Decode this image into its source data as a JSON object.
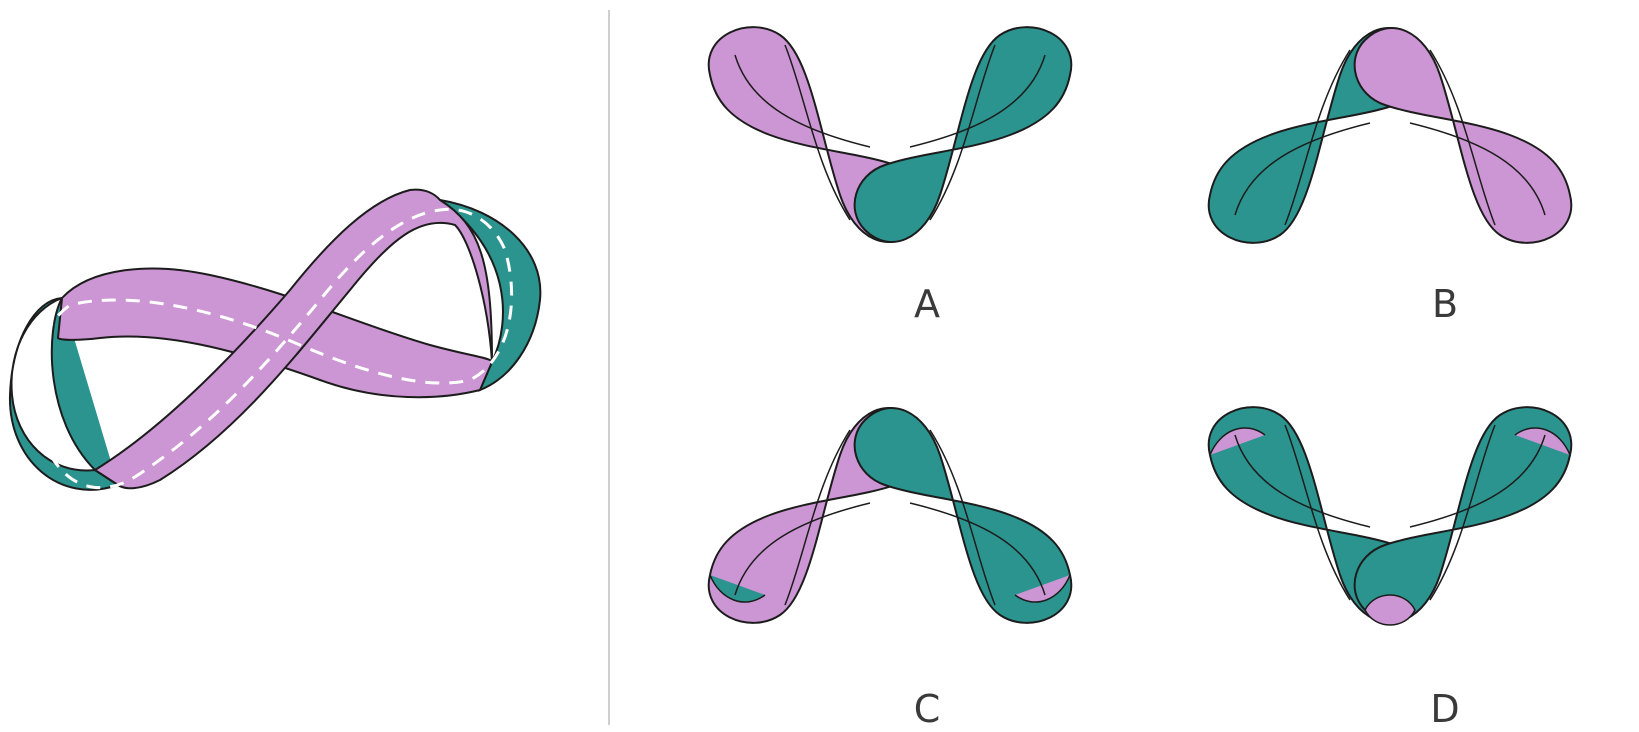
{
  "colors": {
    "pink": "#cc95d3",
    "teal": "#2b948f",
    "outline": "#1c1c1c",
    "divider": "#cfcfcf",
    "dash": "#ffffff"
  },
  "reference": {
    "icon": "twisted-ribbon-figure-eight",
    "dashed_centerline": true
  },
  "options": [
    {
      "label": "A",
      "icon": "ribbon-knot-option"
    },
    {
      "label": "B",
      "icon": "ribbon-knot-option"
    },
    {
      "label": "C",
      "icon": "ribbon-knot-option"
    },
    {
      "label": "D",
      "icon": "ribbon-knot-option"
    }
  ]
}
